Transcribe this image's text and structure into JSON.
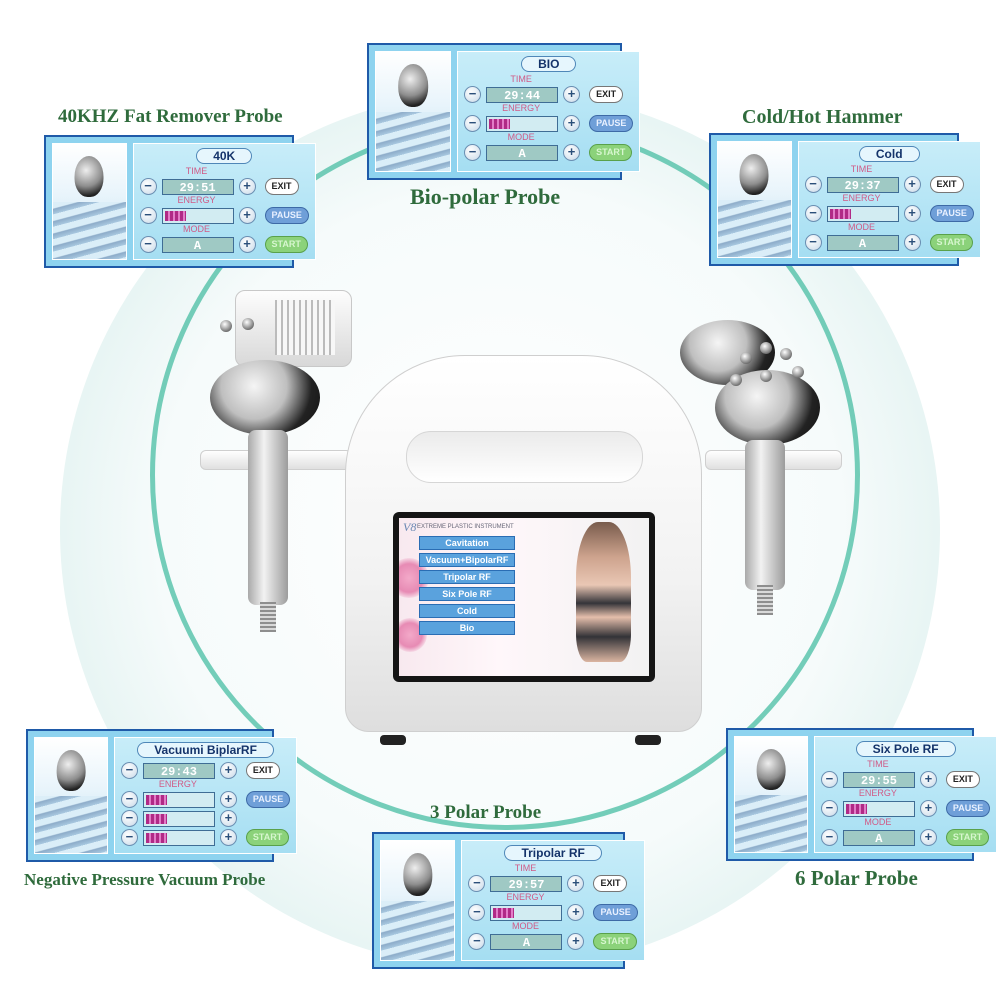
{
  "captions": {
    "fat_remover": "40KHZ Fat Remover Probe",
    "bio_polar": "Bio-polar Probe",
    "cold_hot": "Cold/Hot Hammer",
    "three_polar": "3 Polar Probe",
    "negative_pressure": "Negative Pressure Vacuum Probe",
    "six_polar": "6 Polar Probe"
  },
  "panels": {
    "fat_remover": {
      "title": "40K",
      "rows": [
        {
          "label": "TIME",
          "value": "29:51",
          "button": "EXIT",
          "kind": "time"
        },
        {
          "label": "ENERGY",
          "value": "",
          "button": "PAUSE",
          "kind": "energy"
        },
        {
          "label": "MODE",
          "value": "A",
          "button": "START",
          "kind": "mode"
        }
      ]
    },
    "bio": {
      "title": "BIO",
      "rows": [
        {
          "label": "TIME",
          "value": "29:44",
          "button": "EXIT",
          "kind": "time"
        },
        {
          "label": "ENERGY",
          "value": "",
          "button": "PAUSE",
          "kind": "energy"
        },
        {
          "label": "MODE",
          "value": "A",
          "button": "START",
          "kind": "mode"
        }
      ]
    },
    "cold": {
      "title": "Cold",
      "rows": [
        {
          "label": "TIME",
          "value": "29:37",
          "button": "EXIT",
          "kind": "time"
        },
        {
          "label": "ENERGY",
          "value": "",
          "button": "PAUSE",
          "kind": "energy"
        },
        {
          "label": "MODE",
          "value": "A",
          "button": "START",
          "kind": "mode"
        }
      ]
    },
    "vacuum": {
      "title": "Vacuumi BiplarRF",
      "rows": [
        {
          "label": "",
          "value": "29:43",
          "button": "EXIT",
          "kind": "time"
        },
        {
          "label": "ENERGY",
          "value": "",
          "button": "PAUSE",
          "kind": "energy"
        },
        {
          "label": "",
          "value": "",
          "button": "",
          "kind": "energy"
        },
        {
          "label": "",
          "value": "",
          "button": "START",
          "kind": "energy"
        }
      ]
    },
    "tripolar": {
      "title": "Tripolar RF",
      "rows": [
        {
          "label": "TIME",
          "value": "29:57",
          "button": "EXIT",
          "kind": "time"
        },
        {
          "label": "ENERGY",
          "value": "",
          "button": "PAUSE",
          "kind": "energy"
        },
        {
          "label": "MODE",
          "value": "A",
          "button": "START",
          "kind": "mode"
        }
      ]
    },
    "sixpole": {
      "title": "Six Pole RF",
      "rows": [
        {
          "label": "TIME",
          "value": "29:55",
          "button": "EXIT",
          "kind": "time"
        },
        {
          "label": "ENERGY",
          "value": "",
          "button": "PAUSE",
          "kind": "energy"
        },
        {
          "label": "MODE",
          "value": "A",
          "button": "START",
          "kind": "mode"
        }
      ]
    }
  },
  "device_screen": {
    "brand": "V8",
    "subtitle": "EXTREME PLASTIC INSTRUMENT",
    "menu": [
      "Cavitation",
      "Vacuum+BipolarRF",
      "Tripolar RF",
      "Six Pole RF",
      "Cold",
      "Bio"
    ]
  },
  "colors": {
    "caption": "#2f6b3c",
    "ring": "#5cc4ad",
    "panel_border": "#1f5aa8",
    "menu_button": "#5aa2dd"
  }
}
